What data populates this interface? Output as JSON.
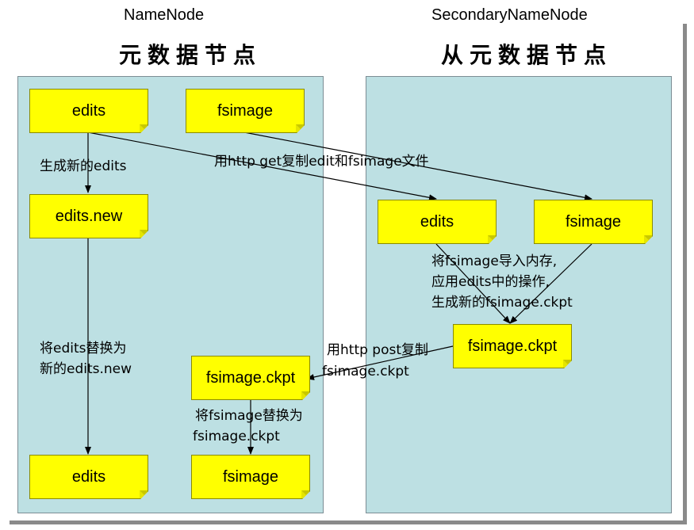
{
  "titles": {
    "left_en": "NameNode",
    "left_cn": "元数据节点",
    "right_en": "SecondaryNameNode",
    "right_cn": "从元数据节点"
  },
  "boxes": {
    "nn_edits": "edits",
    "nn_fsimage": "fsimage",
    "nn_edits_new": "edits.new",
    "nn_fsimage_ckpt": "fsimage.ckpt",
    "nn_edits_final": "edits",
    "nn_fsimage_final": "fsimage",
    "snn_edits": "edits",
    "snn_fsimage": "fsimage",
    "snn_fsimage_ckpt": "fsimage.ckpt"
  },
  "labels": {
    "gen_new_edits": "生成新的edits",
    "http_get": "用http get复制edit和fsimage文件",
    "load_line1": "将fsimage导入内存,",
    "load_line2": "应用edits中的操作,",
    "load_line3": "生成新的fsimage.ckpt",
    "http_post_line1": "用http post复制",
    "http_post_line2": "fsimage.ckpt",
    "replace_edits_line1": "将edits替换为",
    "replace_edits_line2": "新的edits.new",
    "replace_fsimage_line1": "将fsimage替换为",
    "replace_fsimage_line2": "fsimage.ckpt"
  },
  "colors": {
    "panel": "#bde0e3",
    "note": "#ffff00",
    "arrow": "#000000"
  }
}
